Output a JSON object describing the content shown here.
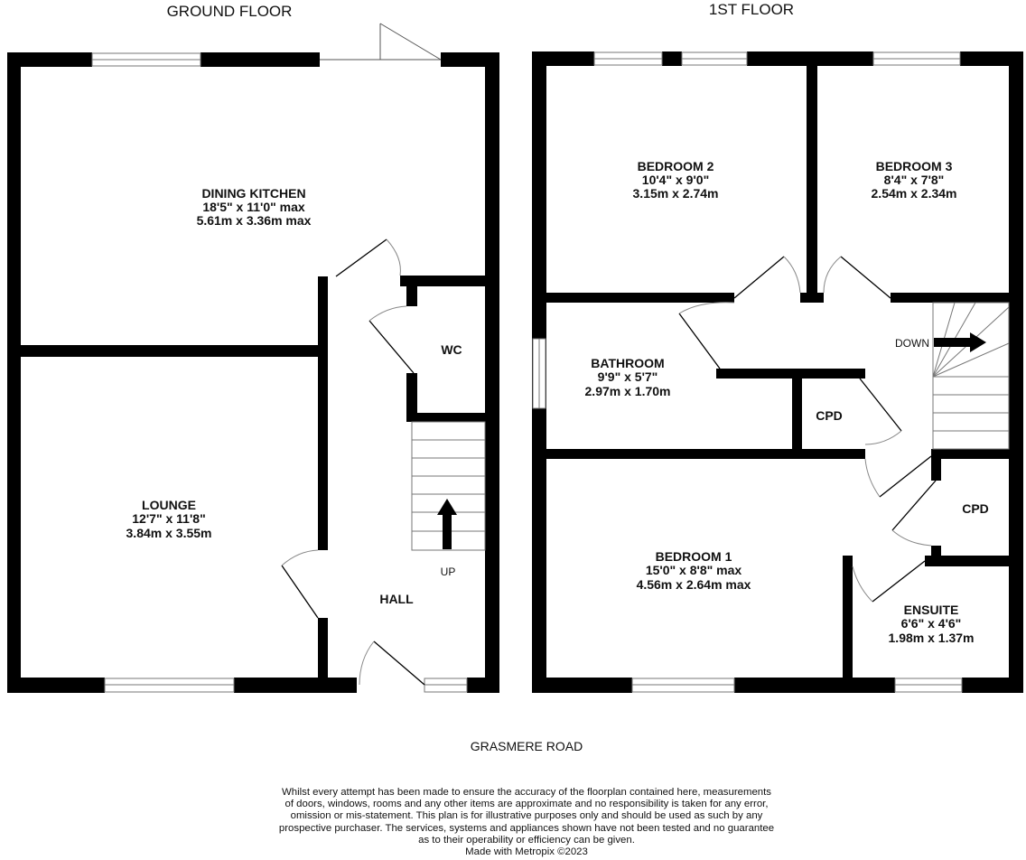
{
  "floors": {
    "ground": "GROUND FLOOR",
    "first": "1ST FLOOR"
  },
  "rooms": {
    "dining_kitchen": {
      "name": "DINING KITCHEN",
      "imperial": "18'5\"  x 11'0\" max",
      "metric": "5.61m  x 3.36m max"
    },
    "lounge": {
      "name": "LOUNGE",
      "imperial": "12'7\"  x 11'8\"",
      "metric": "3.84m  x 3.55m"
    },
    "hall": {
      "name": "HALL"
    },
    "wc": {
      "name": "WC"
    },
    "bedroom2": {
      "name": "BEDROOM 2",
      "imperial": "10'4\"  x 9'0\"",
      "metric": "3.15m  x 2.74m"
    },
    "bedroom3": {
      "name": "BEDROOM 3",
      "imperial": "8'4\"  x 7'8\"",
      "metric": "2.54m  x 2.34m"
    },
    "bathroom": {
      "name": "BATHROOM",
      "imperial": "9'9\"  x 5'7\"",
      "metric": "2.97m  x 1.70m"
    },
    "bedroom1": {
      "name": "BEDROOM 1",
      "imperial": "15'0\"  x 8'8\" max",
      "metric": "4.56m  x 2.64m max"
    },
    "ensuite": {
      "name": "ENSUITE",
      "imperial": "6'6\"  x 4'6\"",
      "metric": "1.98m  x 1.37m"
    },
    "cpd1": {
      "name": "CPD"
    },
    "cpd2": {
      "name": "CPD"
    }
  },
  "stairs": {
    "up": "UP",
    "down": "DOWN"
  },
  "road": "GRASMERE ROAD",
  "disclaimer": [
    "Whilst every attempt has been made to ensure the accuracy of the floorplan contained here, measurements",
    "of doors, windows, rooms and any other items are approximate and no responsibility is taken for any error,",
    "omission or mis-statement. This plan is for illustrative purposes only and should be used as such by any",
    "prospective purchaser. The services, systems and appliances shown have not been tested and no guarantee",
    "as to their operability or efficiency can be given.",
    "Made with Metropix ©2023"
  ]
}
